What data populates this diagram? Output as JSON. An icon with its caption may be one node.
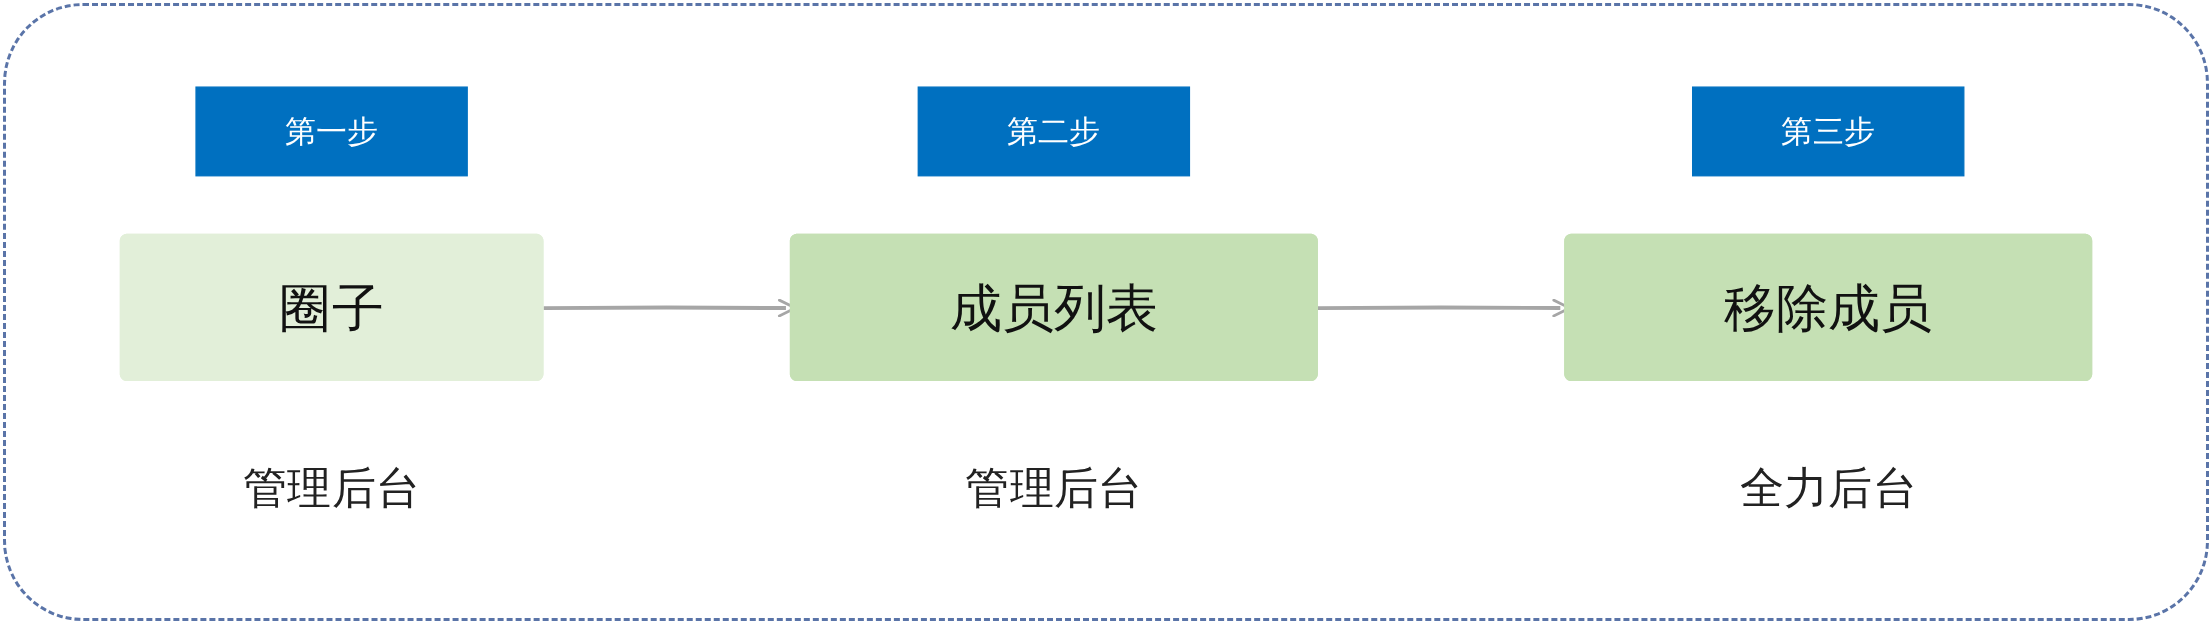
{
  "diagram": {
    "nodes": [
      {
        "text": [
          "第一步"
        ]
      },
      {
        "text": [
          "第二步"
        ]
      },
      {
        "text": [
          "第三步"
        ]
      },
      {
        "text": [
          "圈子"
        ],
        "beside": [
          "管理后台"
        ]
      },
      {
        "text": [
          "成员列表"
        ],
        "beside": [
          "管理后台"
        ]
      },
      {
        "text": [
          "移除成员"
        ],
        "beside": [
          "全力后台"
        ]
      }
    ],
    "edges": [
      {
        "from": 3,
        "to": 4,
        "arrow": "to"
      },
      {
        "from": 4,
        "to": 5,
        "arrow": "to"
      }
    ]
  }
}
